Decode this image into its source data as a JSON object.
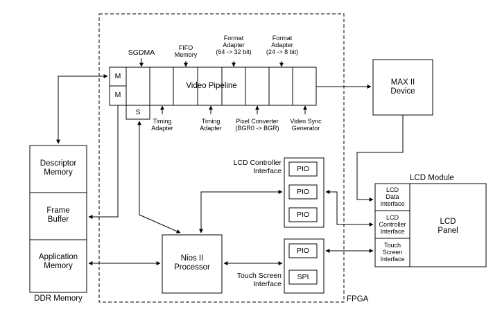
{
  "fpga": {
    "label": "FPGA"
  },
  "ddr": {
    "label": "DDR Memory",
    "descriptor": [
      "Descriptor",
      "Memory"
    ],
    "frame": [
      "Frame",
      "Buffer"
    ],
    "app": [
      "Application",
      "Memory"
    ]
  },
  "pipeline": {
    "sgdma": "SGDMA",
    "m1": "M",
    "m2": "M",
    "s": "S",
    "fifo": [
      "FIFO",
      "Memory"
    ],
    "format1": [
      "Format",
      "Adapter",
      "(64 -> 32 bit)"
    ],
    "format2": [
      "Format",
      "Adapter",
      "(24 -> 8 bit)"
    ],
    "video": "Video Pipeline",
    "timing1": [
      "Timing",
      "Adapter"
    ],
    "timing2": [
      "Timing",
      "Adapter"
    ],
    "pixel": [
      "Pixel Converter",
      "(BGR0 -> BGR)"
    ],
    "vsync": [
      "Video Sync",
      "Generator"
    ]
  },
  "max": [
    "MAX II",
    "Device"
  ],
  "lcdctrl": {
    "title": [
      "LCD Controller",
      "Interface"
    ],
    "pio1": "PIO",
    "pio2": "PIO",
    "pio3": "PIO"
  },
  "nios": [
    "Nios II",
    "Processor"
  ],
  "touch": {
    "title": [
      "Touch Screen",
      "Interface"
    ],
    "pio": "PIO",
    "spi": "SPI"
  },
  "lcdmodule": {
    "title": "LCD Module",
    "data": [
      "LCD",
      "Data",
      "Interface"
    ],
    "ctrl": [
      "LCD",
      "Controller",
      "Interface"
    ],
    "touch": [
      "Touch",
      "Screen",
      "Interface"
    ],
    "panel": [
      "LCD",
      "Panel"
    ]
  }
}
